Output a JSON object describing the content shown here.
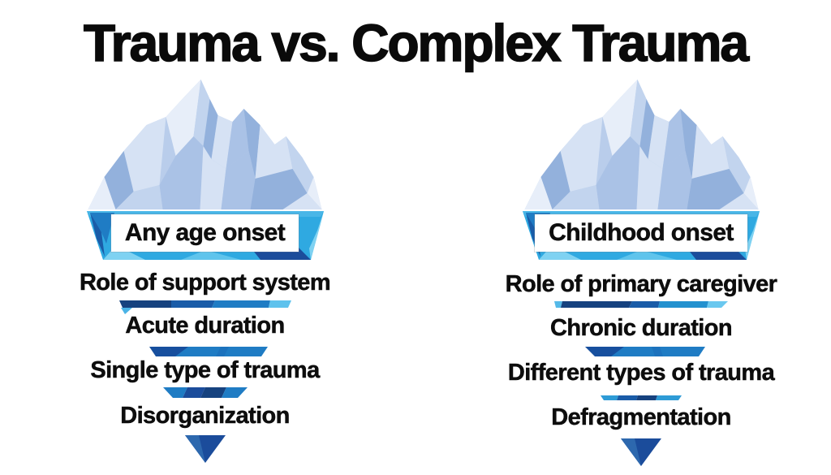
{
  "title": "Trauma vs. Complex Trauma",
  "colors": {
    "water_bright": "#2fa9e1",
    "water_light": "#7fd2f2",
    "water_mid": "#1f7cc4",
    "water_dark": "#1a5ca8",
    "water_deep": "#16427f",
    "water_navy": "#1b4c9b",
    "ice_lightest": "#e7eef9",
    "ice_shadow": "#93b1dc",
    "title_color": "#0a0a0a",
    "label_color": "#0d0d0d"
  },
  "left": {
    "surface_label": "Any age onset",
    "labels": [
      "Role of support system",
      "Acute duration",
      "Single type of trauma",
      "Disorganization"
    ]
  },
  "right": {
    "surface_label": "Childhood onset",
    "labels": [
      "Role of primary caregiver",
      "Chronic duration",
      "Different types of trauma",
      "Defragmentation"
    ]
  }
}
